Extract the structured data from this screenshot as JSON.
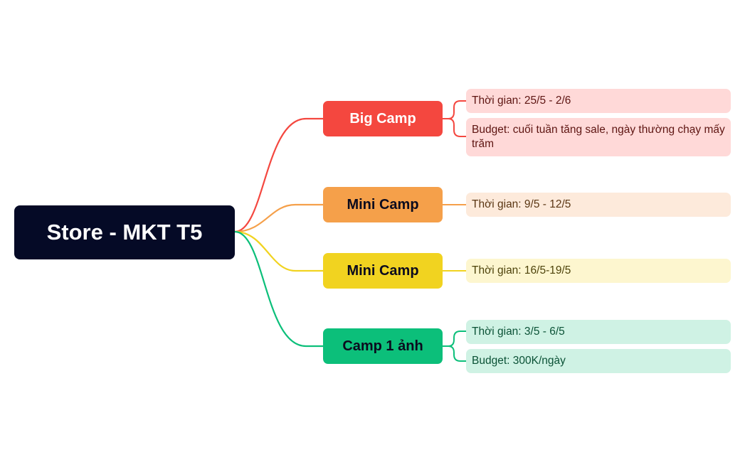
{
  "colors": {
    "root_bg": "#050a26",
    "root_text": "#ffffff",
    "red": "#f4473f",
    "red_light": "#ffd9d8",
    "red_text": "#5e1512",
    "orange": "#f5a04a",
    "orange_light": "#fdeadb",
    "orange_text": "#5a3613",
    "yellow": "#f1d320",
    "yellow_light": "#fdf6cf",
    "yellow_text": "#4e430b",
    "green": "#0cbf7a",
    "green_light": "#cff2e4",
    "green_text": "#0b5236",
    "dark_text": "#0b0b1e"
  },
  "root": {
    "label": "Store - MKT T5"
  },
  "branches": [
    {
      "label": "Big Camp",
      "color": "red",
      "children": [
        {
          "text": "Thời gian: 25/5 - 2/6"
        },
        {
          "text": "Budget: cuối tuần tăng sale, ngày thường chạy mấy trăm"
        }
      ]
    },
    {
      "label": "Mini Camp",
      "color": "orange",
      "children": [
        {
          "text": "Thời gian: 9/5 - 12/5"
        }
      ]
    },
    {
      "label": "Mini Camp",
      "color": "yellow",
      "children": [
        {
          "text": "Thời gian: 16/5-19/5"
        }
      ]
    },
    {
      "label": "Camp 1 ảnh",
      "color": "green",
      "children": [
        {
          "text": "Thời gian: 3/5 - 6/5"
        },
        {
          "text": "Budget: 300K/ngày"
        }
      ]
    }
  ]
}
